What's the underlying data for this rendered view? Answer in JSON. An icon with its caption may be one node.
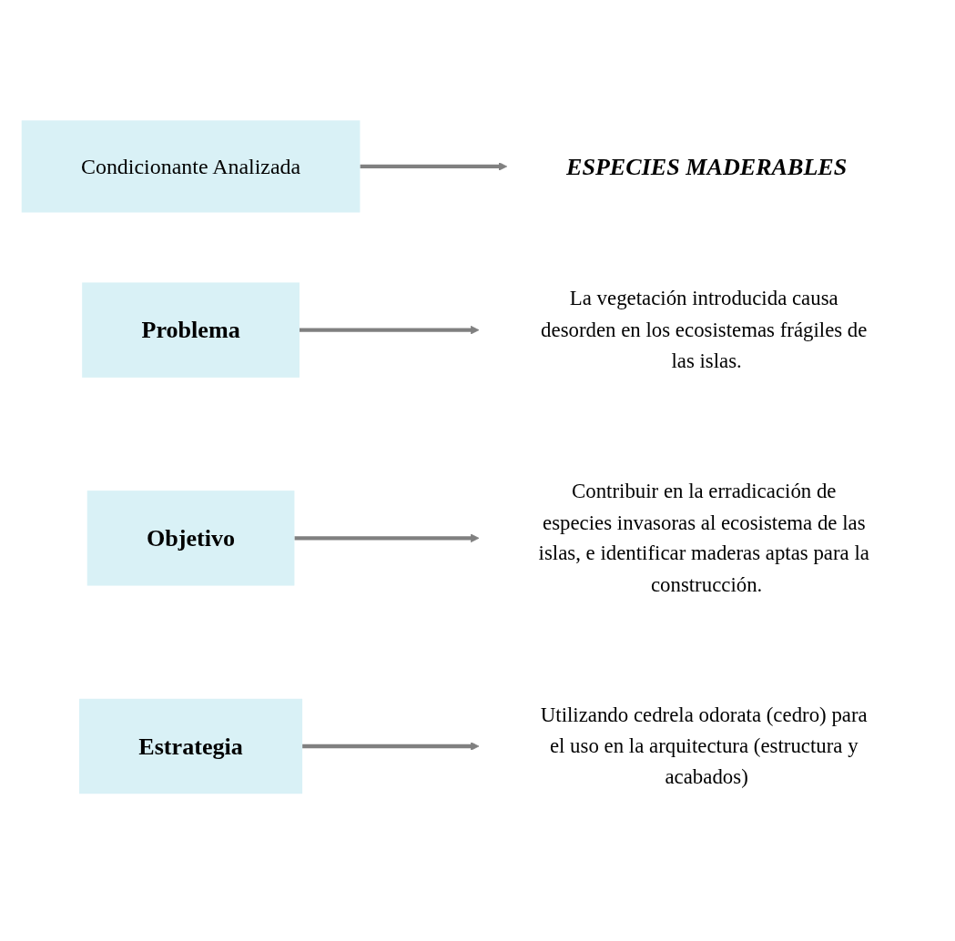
{
  "diagram": {
    "nodes": [
      {
        "text": [
          "Condicionante Analizada"
        ]
      },
      {
        "text": [
          "ESPECIES MADERABLES"
        ]
      },
      {
        "text": [
          "Problema"
        ]
      },
      {
        "text": [
          "La vegetación introducida causa desorden en los ecosistemas frágiles de las islas."
        ]
      },
      {
        "text": [
          "Objetivo"
        ]
      },
      {
        "text": [
          "Contribuir en la erradicación de especies invasoras al ecosistema de las islas, e identificar maderas aptas para la construcción."
        ]
      },
      {
        "text": [
          "Estrategia"
        ]
      },
      {
        "text": [
          "Utilizando cedrela odorata (cedro) para el uso en la arquitectura (estructura y acabados)"
        ]
      }
    ],
    "edges": [
      {
        "from": 0,
        "to": 1,
        "arrow": "to"
      },
      {
        "from": 2,
        "to": 3,
        "arrow": "to"
      },
      {
        "from": 4,
        "to": 5,
        "arrow": "to"
      },
      {
        "from": 6,
        "to": 7,
        "arrow": "to"
      }
    ]
  }
}
